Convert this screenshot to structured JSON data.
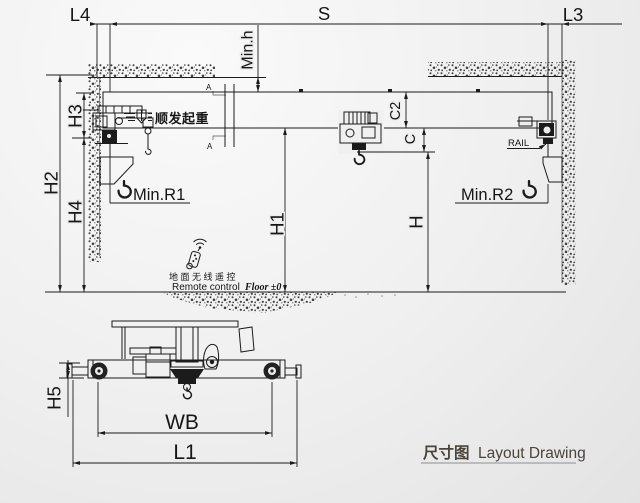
{
  "title": {
    "zh": "尺寸图",
    "en": "Layout Drawing"
  },
  "brand": {
    "name": "顺发起重"
  },
  "dims": {
    "l4": "L4",
    "s": "S",
    "l3": "L3",
    "min_h": "Min.h",
    "h3": "H3",
    "h2": "H2",
    "h4": "H4",
    "c2": "C2",
    "c": "C",
    "h1": "H1",
    "h": "H",
    "min_r1": "Min.R1",
    "min_r2": "Min.R2",
    "rail": "RAIL",
    "section": "A",
    "h5": "H5",
    "wb": "WB",
    "l1": "L1"
  },
  "labels": {
    "remote_zh": "地面无线遥控",
    "remote_en": "Remote control",
    "floor": "Floor ±0"
  },
  "colors": {
    "line": "#1b1b1b",
    "title_text": "#4a443c",
    "background_light": "#fafafa",
    "background_dark": "#e3e3e3",
    "title_underline": "#8f8f8f"
  }
}
